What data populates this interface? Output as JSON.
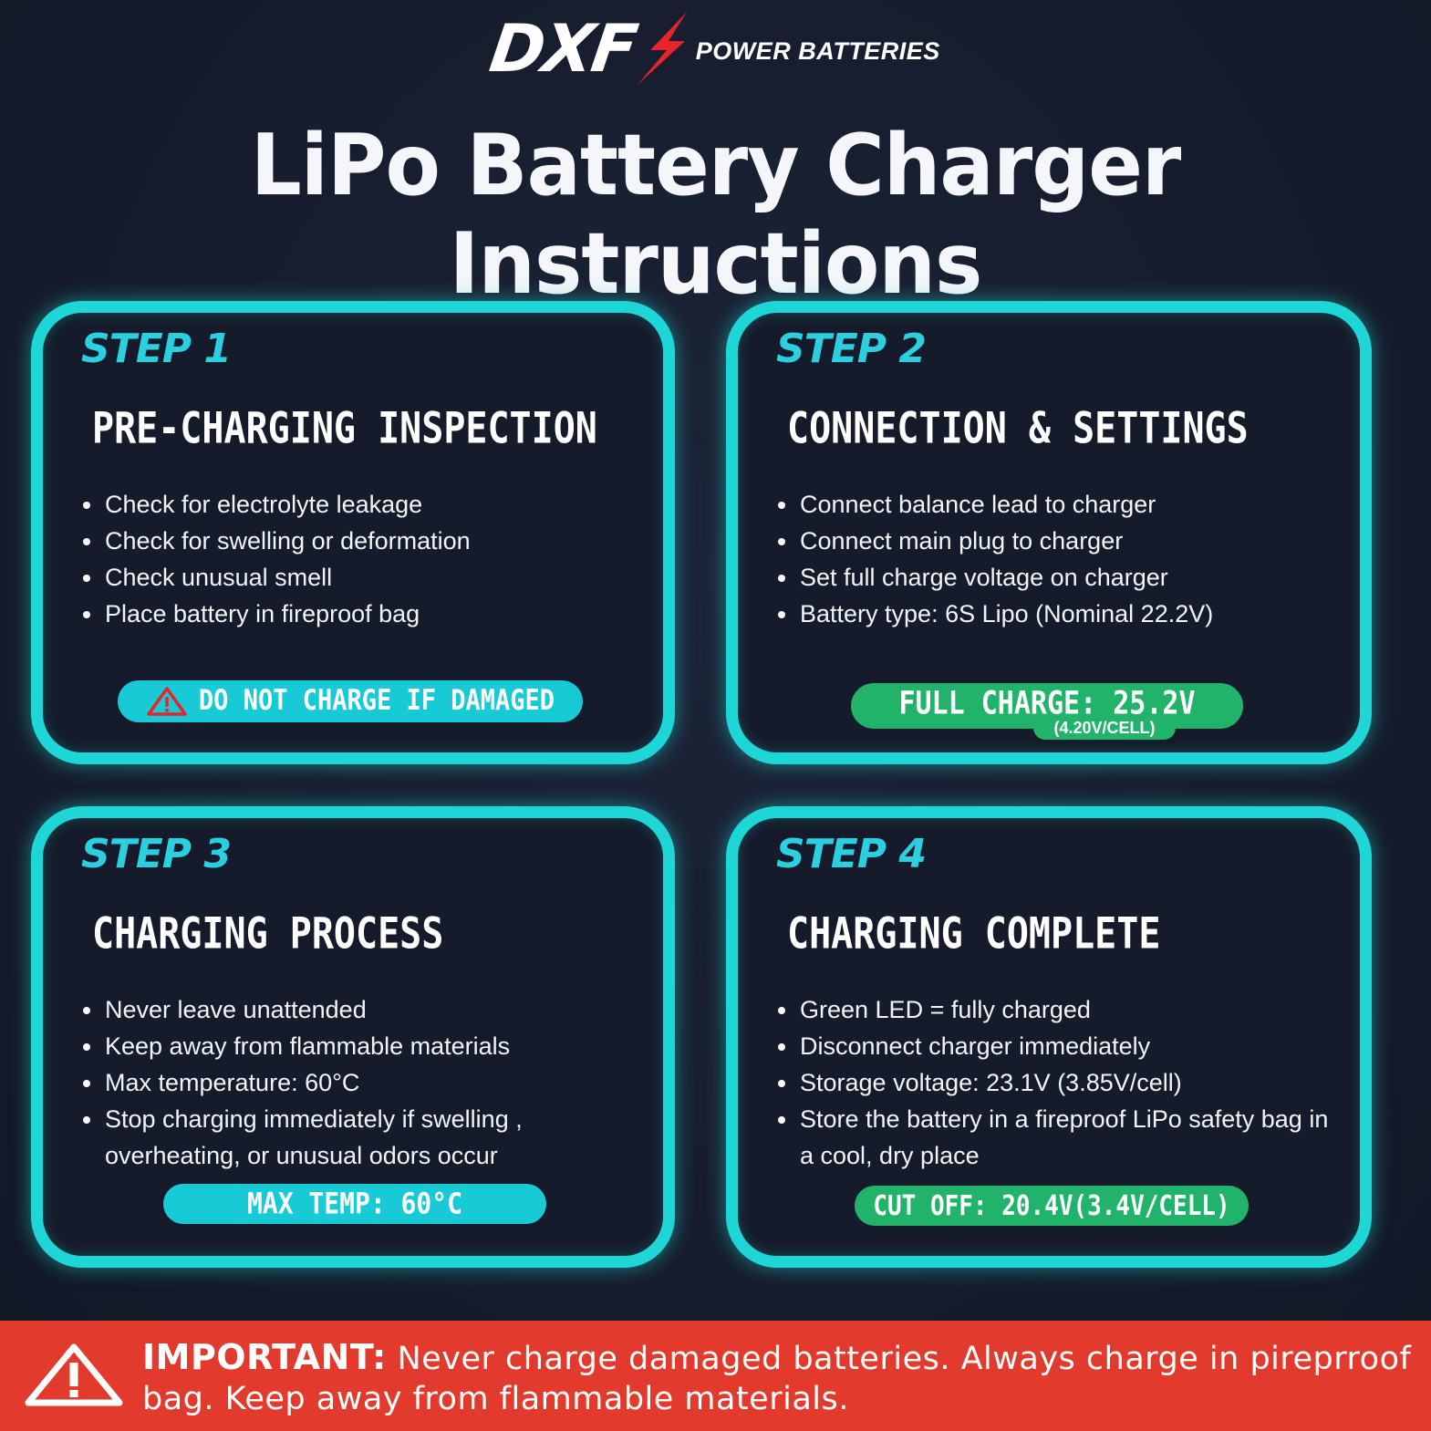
{
  "brand": {
    "logo_text": "DXF",
    "tagline": "POWER BATTERIES",
    "bolt_color": "#e8232a"
  },
  "title": "LiPo Battery Charger Instructions",
  "colors": {
    "accent_cyan": "#1fd6d6",
    "accent_green": "#22b36a",
    "banner_red": "#e23b2e",
    "background": "#161c2c"
  },
  "steps": [
    {
      "step_label": "STEP 1",
      "heading": "PRE-CHARGING INSPECTION",
      "bullets": [
        "Check for electrolyte leakage",
        "Check for swelling or deformation",
        "Check unusual smell",
        "Place battery in fireproof bag"
      ],
      "pill": {
        "text": "DO NOT CHARGE IF DAMAGED",
        "icon": "warning-triangle-icon",
        "color": "cyan"
      }
    },
    {
      "step_label": "STEP 2",
      "heading": "CONNECTION & SETTINGS",
      "bullets": [
        "Connect balance lead to charger",
        "Connect main plug to charger",
        "Set full charge voltage on charger",
        "Battery type: 6S Lipo (Nominal 22.2V)"
      ],
      "pill": {
        "text": "FULL CHARGE: 25.2V",
        "subtext": "(4.20V/CELL)",
        "color": "green"
      }
    },
    {
      "step_label": "STEP 3",
      "heading": "CHARGING PROCESS",
      "bullets": [
        "Never leave unattended",
        "Keep away from flammable materials",
        "Max temperature: 60°C",
        "Stop charging immediately if swelling , overheating, or unusual odors occur"
      ],
      "pill": {
        "text": "MAX TEMP: 60°C",
        "color": "cyan"
      }
    },
    {
      "step_label": "STEP 4",
      "heading": "CHARGING COMPLETE",
      "bullets": [
        "Green LED = fully charged",
        "Disconnect charger immediately",
        "Storage voltage: 23.1V (3.85V/cell)",
        "Store the battery in a fireproof LiPo safety bag in a cool, dry place"
      ],
      "pill": {
        "text": "CUT OFF: 20.4V(3.4V/CELL)",
        "color": "green"
      }
    }
  ],
  "banner": {
    "label": "IMPORTANT:",
    "text": " Never charge damaged batteries. Always charge in pireprroof bag. Keep away from flammable materials."
  }
}
